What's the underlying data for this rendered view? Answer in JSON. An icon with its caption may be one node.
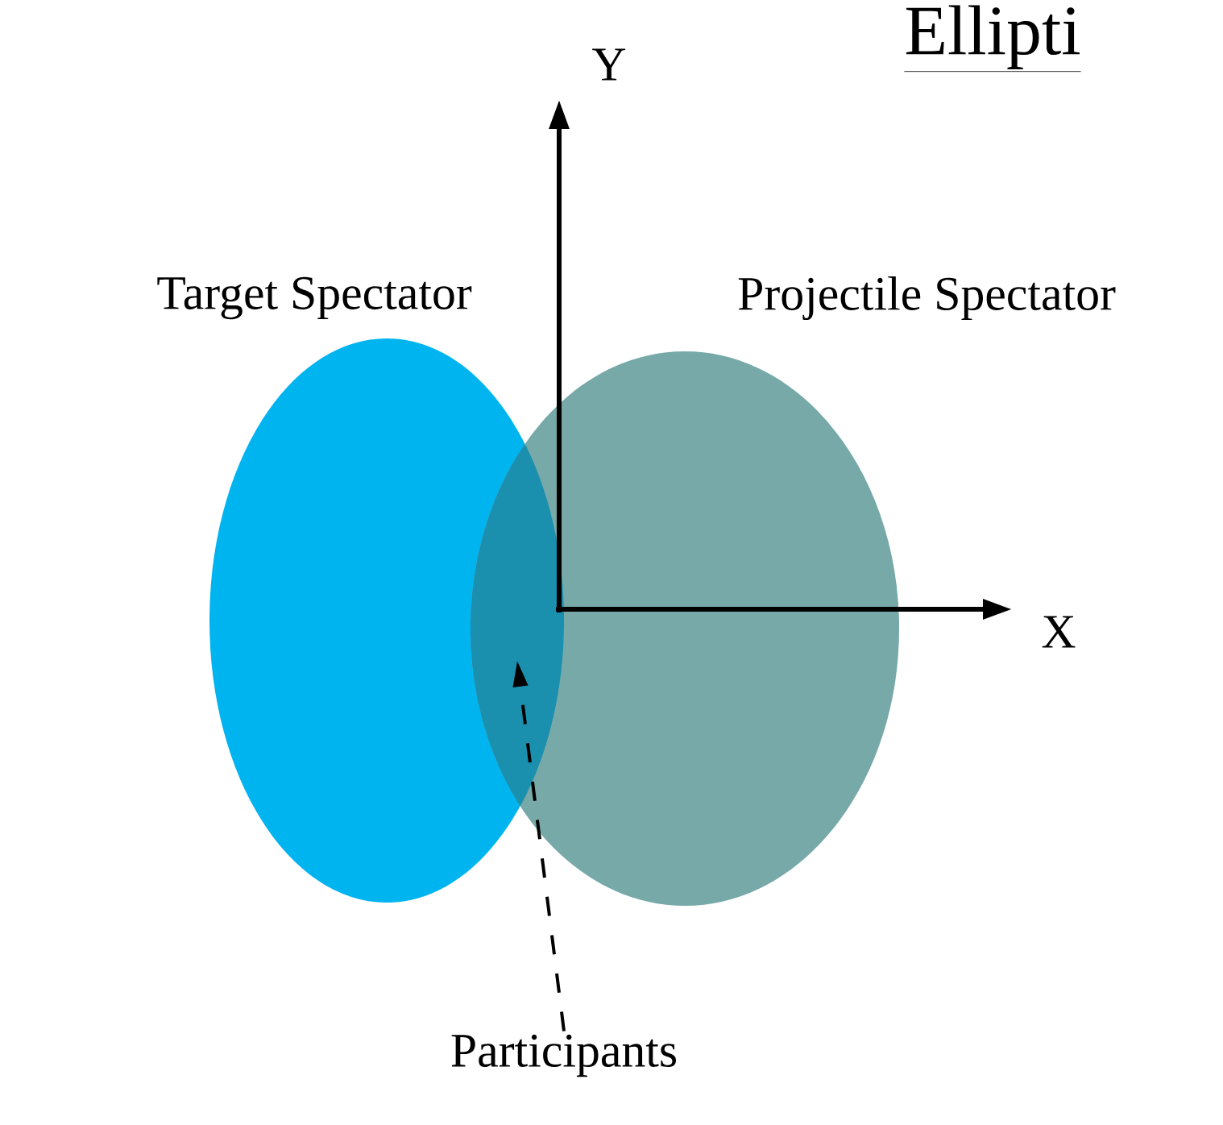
{
  "diagram": {
    "title": "Ellipti",
    "nodes": [
      {
        "text": [
          "Target Spectator"
        ]
      },
      {
        "text": [
          "Projectile Spectator"
        ]
      },
      {
        "text": [
          "Participants"
        ]
      },
      {
        "text": [],
        "shape": "lens"
      }
    ],
    "edges": [
      {
        "from": 2,
        "to": 3,
        "arrow": "to",
        "style": "dashed"
      }
    ],
    "labels": [
      "Y",
      "X"
    ]
  }
}
